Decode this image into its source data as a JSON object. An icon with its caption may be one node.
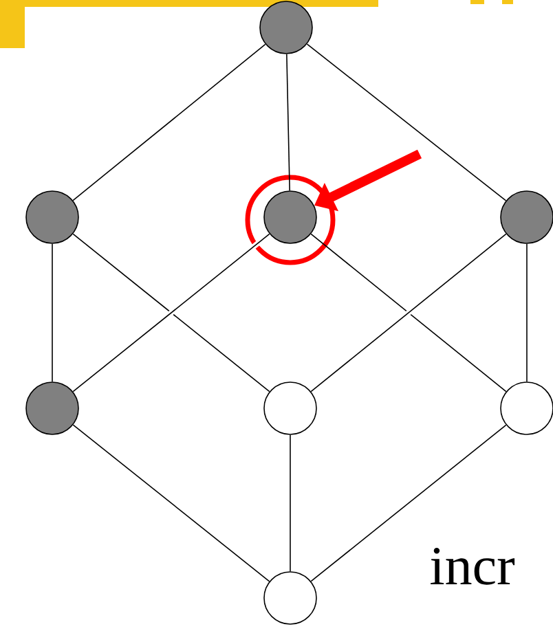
{
  "diagram": {
    "nodes": [
      {
        "text": [],
        "shape": "circle"
      },
      {
        "text": [],
        "shape": "circle"
      },
      {
        "text": [],
        "shape": "circle"
      },
      {
        "text": [],
        "shape": "circle"
      },
      {
        "text": [],
        "shape": "circle"
      },
      {
        "text": [],
        "shape": "circle"
      },
      {
        "text": [],
        "shape": "circle"
      },
      {
        "text": [],
        "shape": "circle"
      }
    ],
    "edges": [
      {
        "from": 0,
        "to": 1,
        "arrow": "none"
      },
      {
        "from": 0,
        "to": 2,
        "arrow": "none"
      },
      {
        "from": 0,
        "to": 3,
        "arrow": "none"
      },
      {
        "from": 1,
        "to": 4,
        "arrow": "none"
      },
      {
        "from": 1,
        "to": 5,
        "arrow": "none"
      },
      {
        "from": 2,
        "to": 4,
        "arrow": "none"
      },
      {
        "from": 2,
        "to": 6,
        "arrow": "none"
      },
      {
        "from": 3,
        "to": 5,
        "arrow": "none"
      },
      {
        "from": 3,
        "to": 6,
        "arrow": "none"
      },
      {
        "from": 4,
        "to": 7,
        "arrow": "none"
      },
      {
        "from": 5,
        "to": 7,
        "arrow": "none"
      },
      {
        "from": 6,
        "to": 7,
        "arrow": "none"
      },
      {
        "from": null,
        "to": 2,
        "arrow": "to",
        "style": "thick",
        "color": "#ff0000"
      }
    ],
    "labels": [
      "incr"
    ]
  }
}
